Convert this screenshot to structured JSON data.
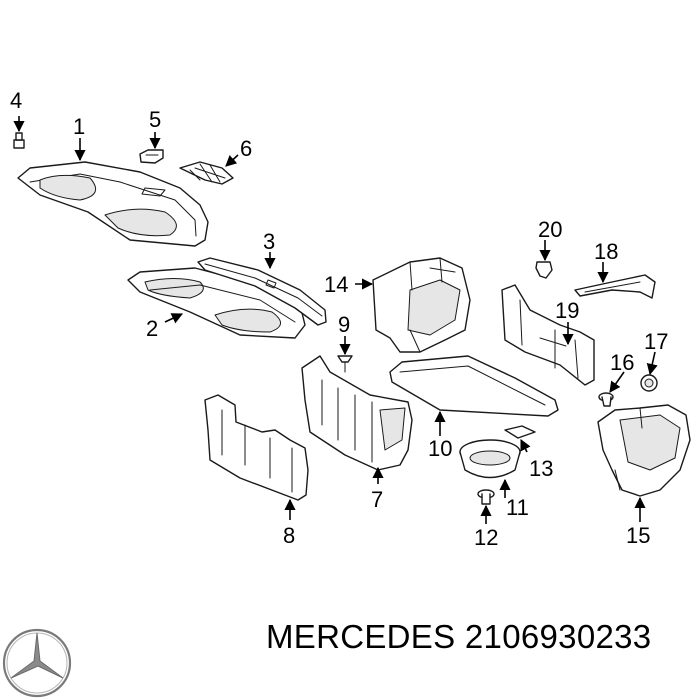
{
  "callouts": [
    "1",
    "2",
    "3",
    "4",
    "5",
    "6",
    "7",
    "8",
    "9",
    "10",
    "11",
    "12",
    "13",
    "14",
    "15",
    "16",
    "17",
    "18",
    "19",
    "20"
  ],
  "footer": {
    "brand": "MERCEDES",
    "part_number": "2106930233"
  },
  "icons": {
    "logo": "mercedes-star-logo"
  }
}
